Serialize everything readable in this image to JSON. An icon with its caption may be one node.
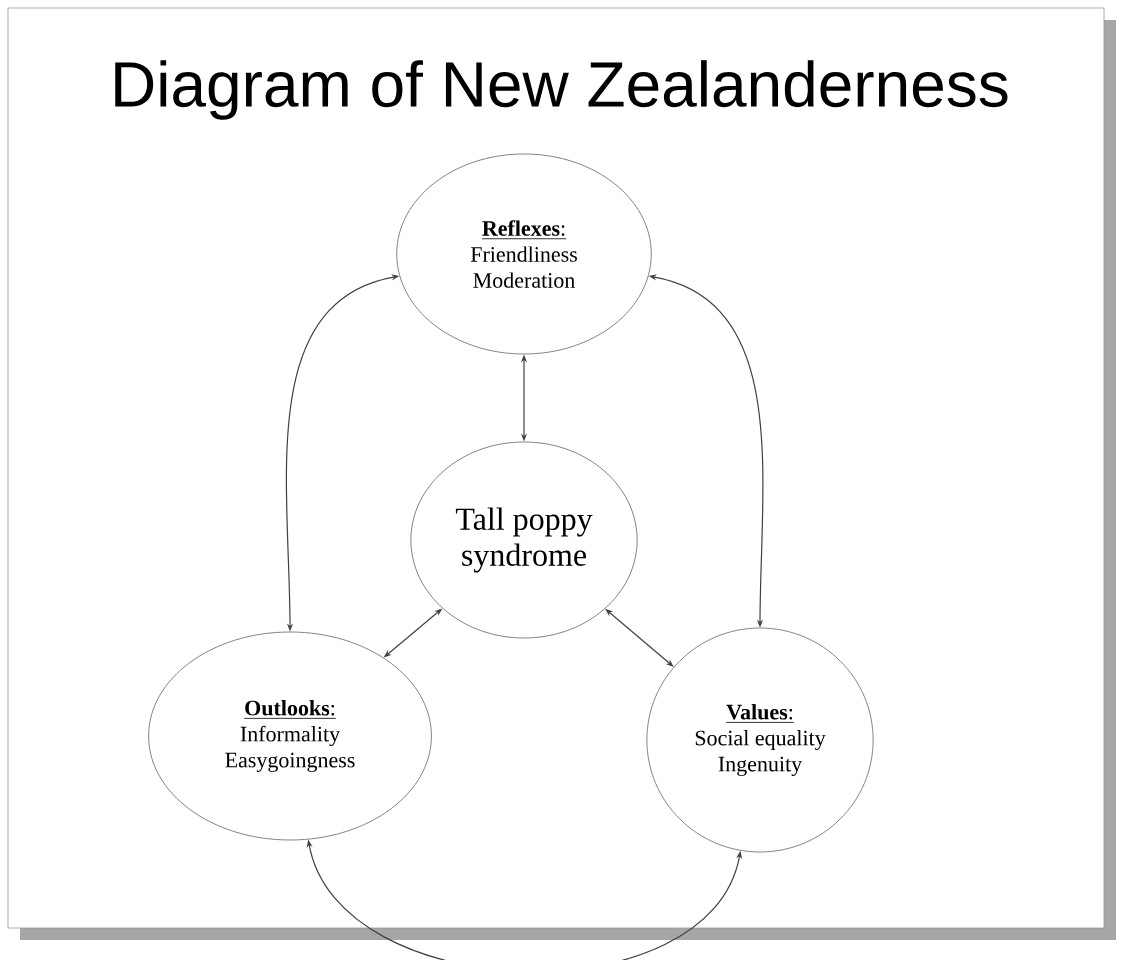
{
  "diagram": {
    "title": "Diagram of New Zealanderness",
    "nodes": [
      {
        "text": [
          "**Reflexes**:",
          "Friendliness",
          "Moderation"
        ]
      },
      {
        "text": [
          "Tall poppy syndrome"
        ]
      },
      {
        "text": [
          "**Outlooks**:",
          "Informality",
          "Easygoingness"
        ]
      },
      {
        "text": [
          "**Values**:",
          "Social equality",
          "Ingenuity"
        ]
      }
    ],
    "edges": [
      {
        "from": 0,
        "to": 1,
        "arrow": "both"
      },
      {
        "from": 0,
        "to": 2,
        "arrow": "both"
      },
      {
        "from": 0,
        "to": 3,
        "arrow": "both"
      },
      {
        "from": 1,
        "to": 2,
        "arrow": "both"
      },
      {
        "from": 1,
        "to": 3,
        "arrow": "both"
      },
      {
        "from": 2,
        "to": 3,
        "arrow": "both"
      }
    ]
  }
}
